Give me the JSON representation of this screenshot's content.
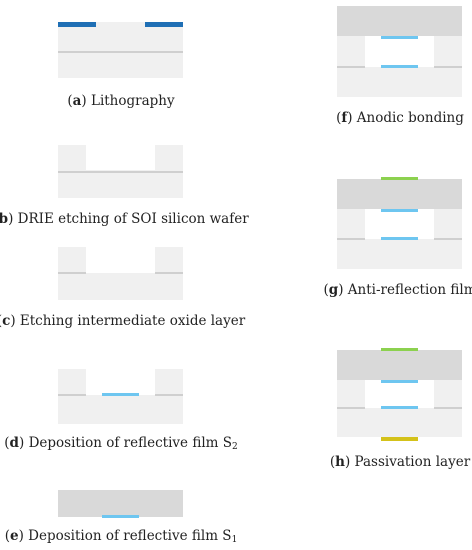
{
  "colors": {
    "silicon_light": "#f0f0f0",
    "silicon_dark": "#d9d9d9",
    "oxide_line": "#cfcfcf",
    "photoresist": "#1f6fb5",
    "reflective_film": "#6ec6f0",
    "antireflection_film": "#8cd14f",
    "passivation_layer": "#d4c21a"
  },
  "steps": [
    {
      "letter": "a",
      "text": "Lithography",
      "sub": ""
    },
    {
      "letter": "b",
      "text": "DRIE etching of SOI silicon wafer",
      "sub": ""
    },
    {
      "letter": "c",
      "text": "Etching intermediate oxide layer",
      "sub": ""
    },
    {
      "letter": "d",
      "text": "Deposition of reflective film S",
      "sub": "2"
    },
    {
      "letter": "e",
      "text": "Deposition of reflective film S",
      "sub": "1"
    },
    {
      "letter": "f",
      "text": "Anodic bonding",
      "sub": ""
    },
    {
      "letter": "g",
      "text": "Anti-reflection film",
      "sub": ""
    },
    {
      "letter": "h",
      "text": "Passivation layer",
      "sub": ""
    }
  ]
}
